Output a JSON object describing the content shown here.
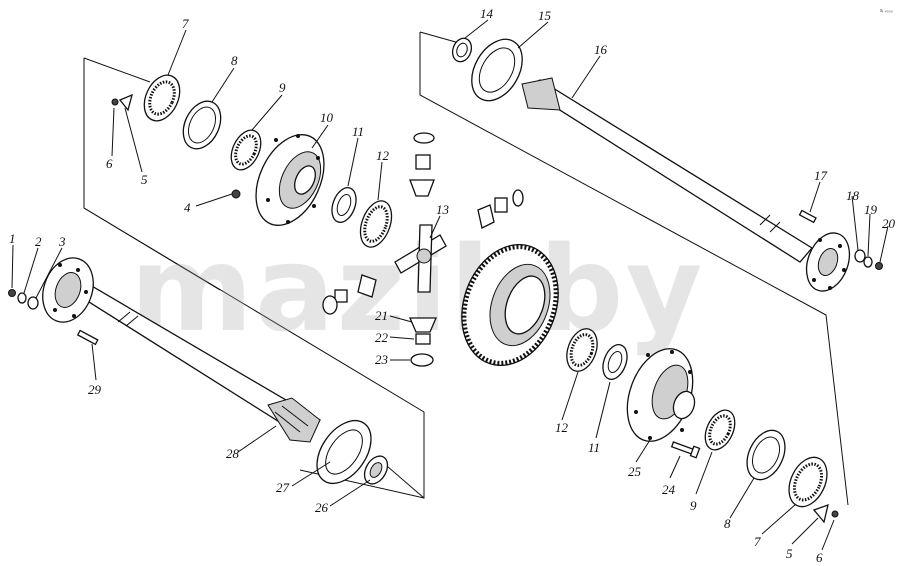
{
  "watermark": "mazil.by",
  "corner_mark": "sᵢ ₄₀₀₀",
  "labels": {
    "l1": "1",
    "l2": "2",
    "l3": "3",
    "l4": "4",
    "l5a": "5",
    "l6a": "6",
    "l7a": "7",
    "l8a": "8",
    "l9a": "9",
    "l10": "10",
    "l11a": "11",
    "l12a": "12",
    "l13": "13",
    "l14": "14",
    "l15": "15",
    "l16": "16",
    "l17": "17",
    "l18": "18",
    "l19": "19",
    "l20": "20",
    "l21": "21",
    "l22": "22",
    "l23": "23",
    "l24": "24",
    "l25": "25",
    "l26": "26",
    "l27": "27",
    "l28": "28",
    "l29": "29",
    "l12b": "12",
    "l11b": "11",
    "l9b": "9",
    "l8b": "8",
    "l7b": "7",
    "l5b": "5",
    "l6b": "6"
  }
}
